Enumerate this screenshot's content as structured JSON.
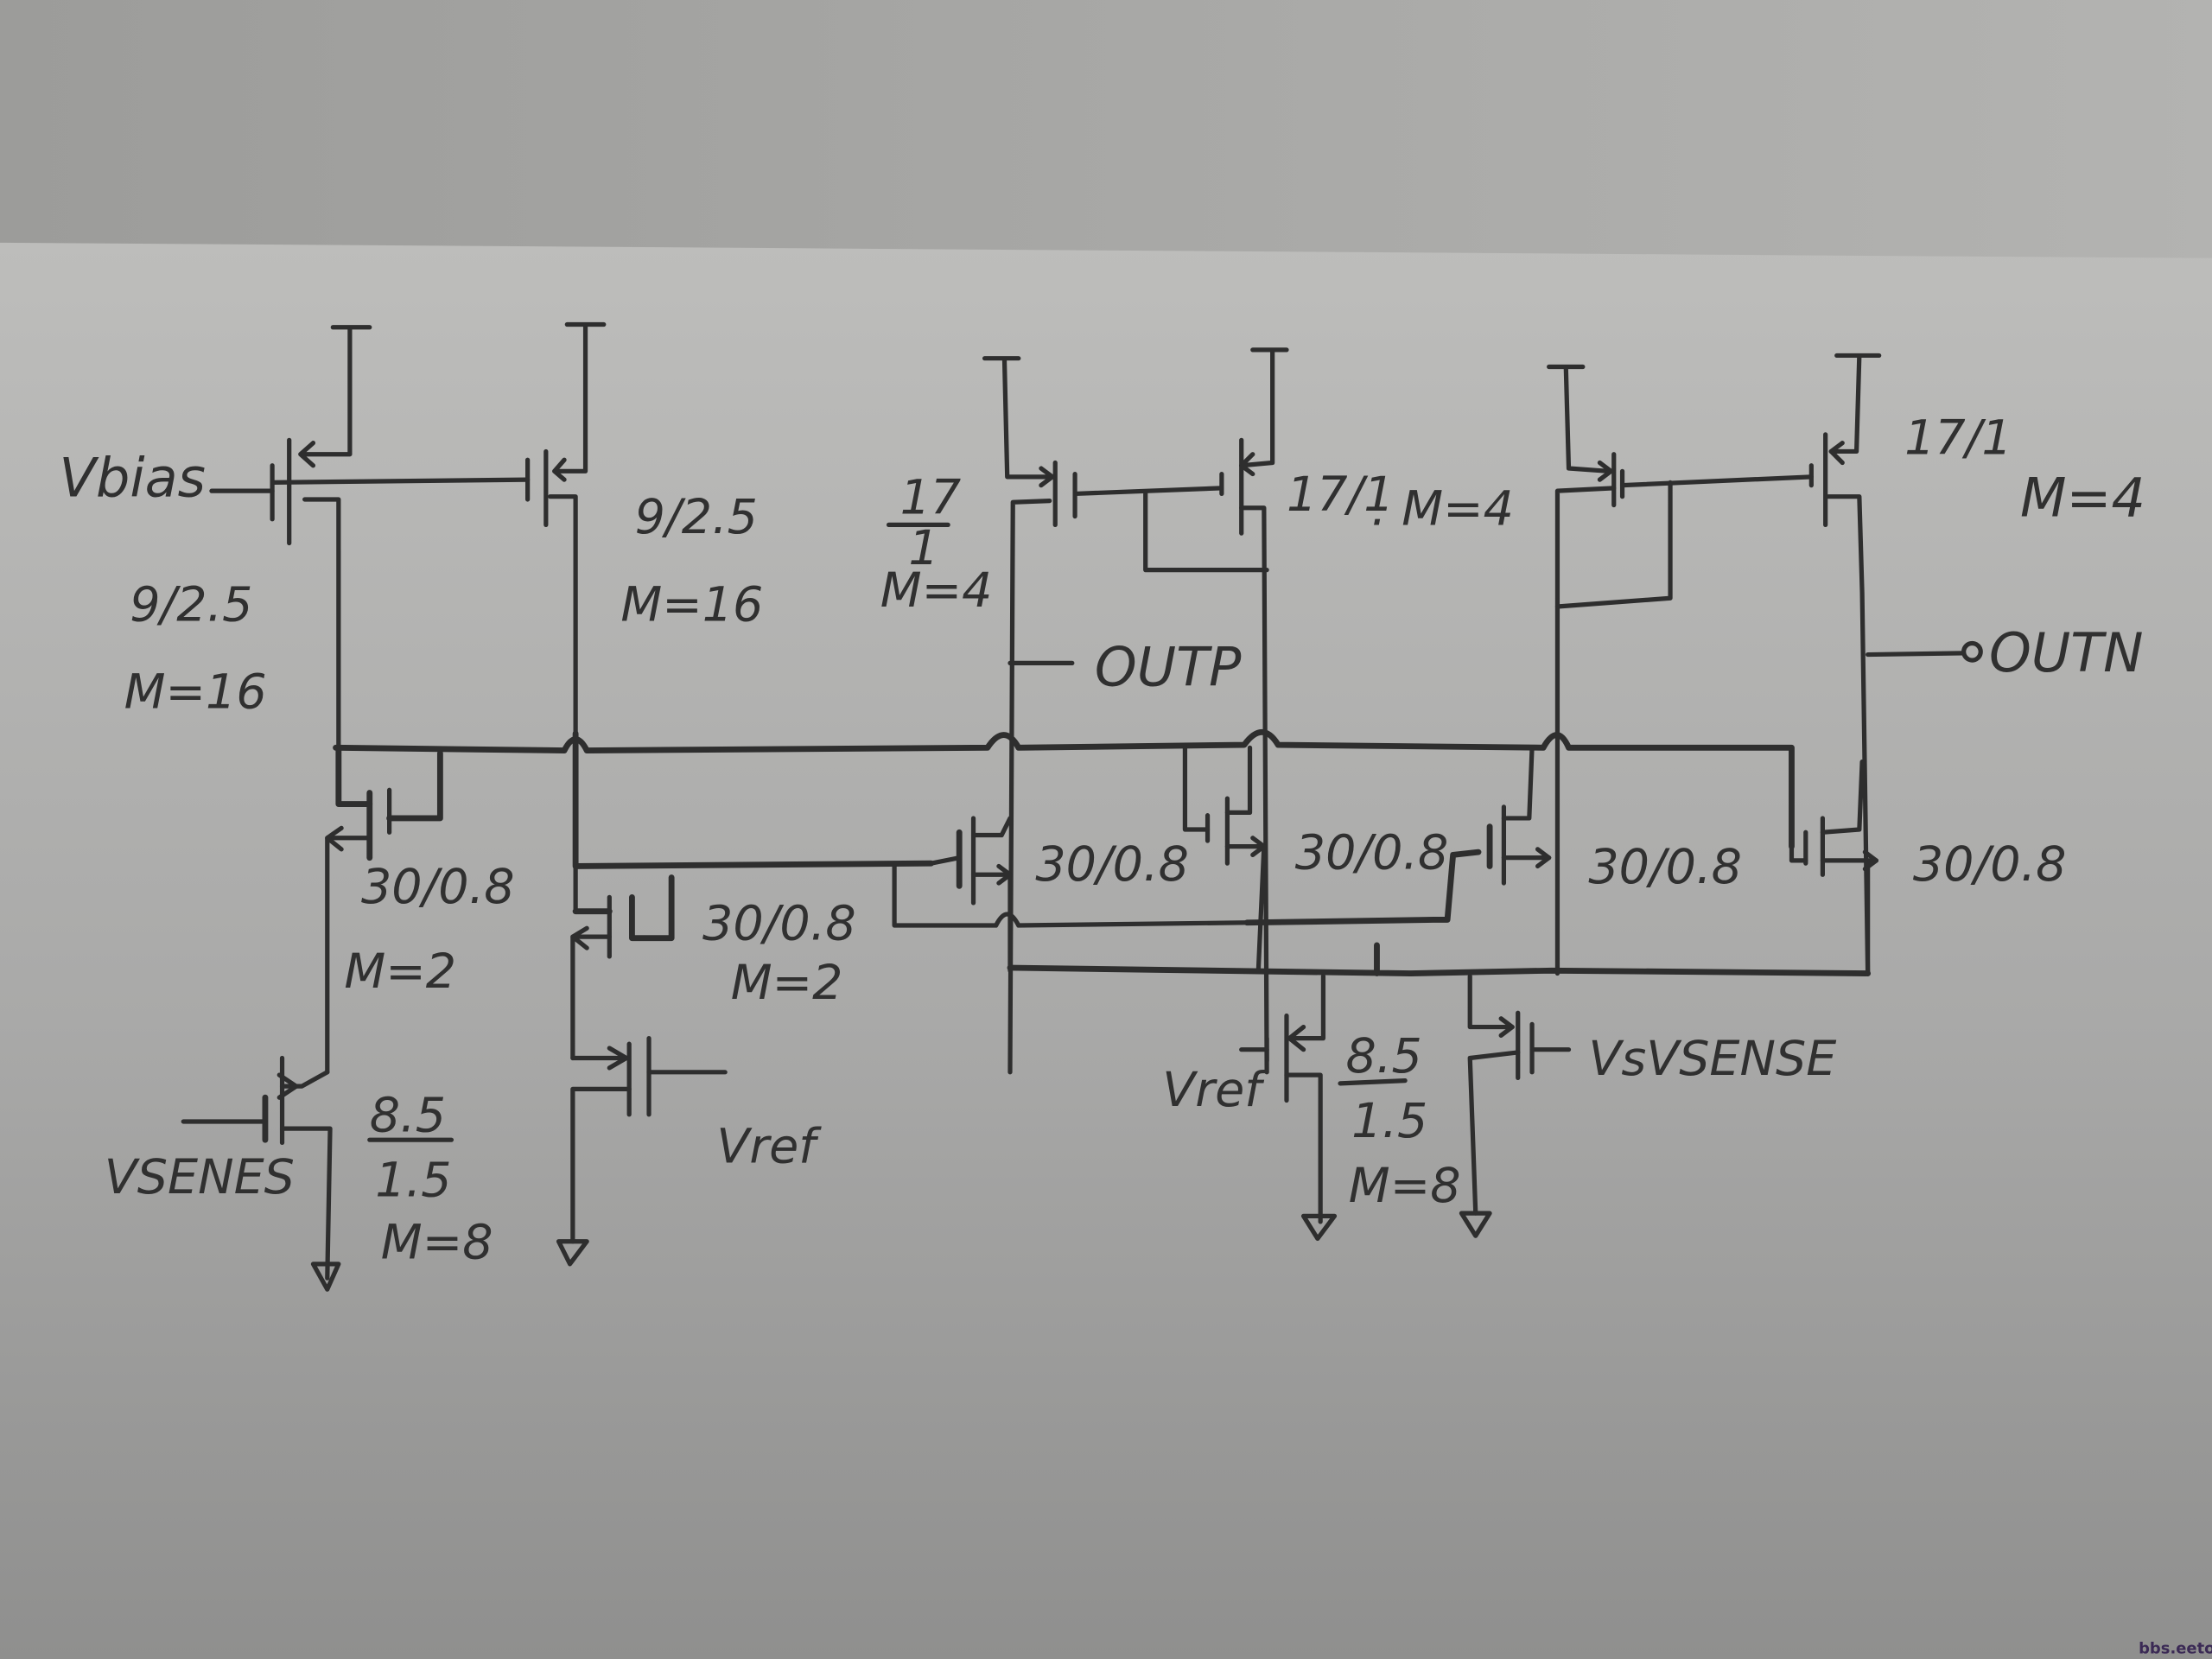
{
  "image": {
    "kind": "photo of hand-drawn CMOS circuit schematic on paper",
    "colors": {
      "background": "#a9a9a7",
      "paper_top": "#bdbdbb",
      "paper_bottom": "#8f8f8e",
      "ink": "#2e2e2e",
      "watermark": "#3b2a55"
    }
  },
  "labels": {
    "vbias": "Vbias",
    "pmos_left_size": "9/2.5",
    "pmos_left_m": "M=16",
    "pmos_right_size": "9/2.5",
    "pmos_right_m": "M=16",
    "nmos_diode_left_size": "30/0.8",
    "nmos_diode_left_m": "M=2",
    "nmos_diode_right_size": "30/0.8",
    "nmos_diode_right_m": "M=2",
    "nmos_in_left_num": "8.5",
    "nmos_in_left_den": "1.5",
    "nmos_in_left_m": "M=8",
    "vsense_left": "VSENES",
    "vref_left": "Vref",
    "load1_num": "17",
    "load1_den": "1",
    "load1_m": "M=4",
    "load2_size": "17/1",
    "load2_m": ". M=4",
    "load4_size": "17/1",
    "load4_m": "M=4",
    "outp": "OUTP",
    "outn": "OUTN",
    "diffpair_sizes": [
      "30/0.8",
      "30/0.8",
      "30/0.8",
      "30/0.8"
    ],
    "tail_num": "8.5",
    "tail_den": "1.5",
    "tail_m": "M=8",
    "vref_tail": "Vref",
    "vsense_tail": "VsVSENSE"
  },
  "watermark": "bbs.eetop.cn"
}
